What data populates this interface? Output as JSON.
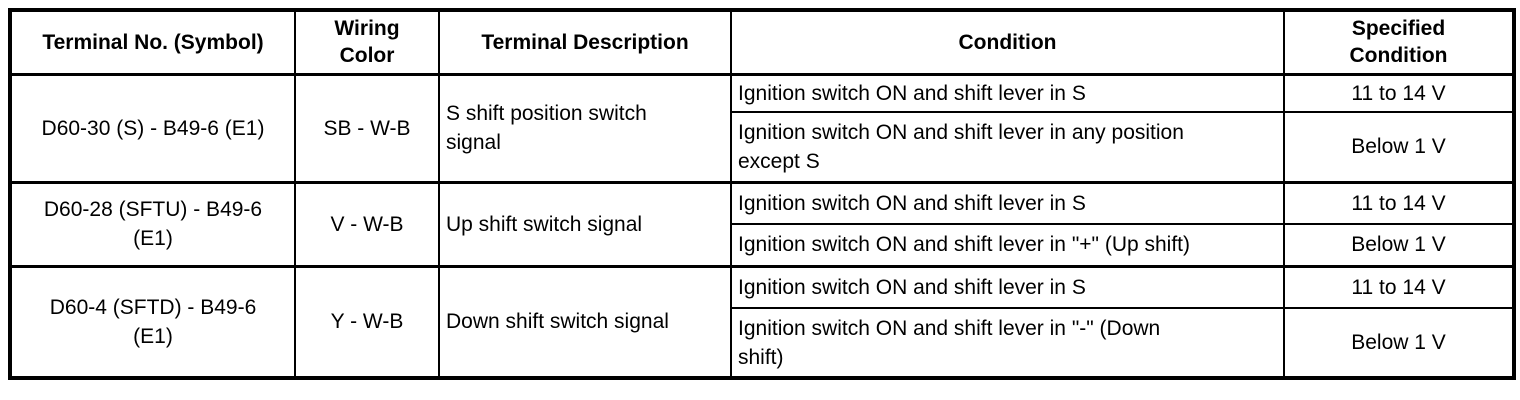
{
  "table": {
    "headers": [
      "Terminal No. (Symbol)",
      "Wiring\nColor",
      "Terminal Description",
      "Condition",
      "Specified\nCondition"
    ],
    "groups": [
      {
        "terminal": "D60-30 (S) - B49-6 (E1)",
        "wiring_color": "SB - W-B",
        "description": "S shift position switch\nsignal",
        "rows": [
          {
            "condition": "Ignition switch ON and shift lever in S",
            "specified_condition": "11 to 14 V"
          },
          {
            "condition": "Ignition switch ON and shift lever in any position\nexcept S",
            "specified_condition": "Below 1 V"
          }
        ]
      },
      {
        "terminal": "D60-28 (SFTU) - B49-6\n(E1)",
        "wiring_color": "V - W-B",
        "description": "Up shift switch signal",
        "rows": [
          {
            "condition": "Ignition switch ON and shift lever in S",
            "specified_condition": "11 to 14 V"
          },
          {
            "condition": "Ignition switch ON and shift lever in \"+\" (Up shift)",
            "specified_condition": "Below 1 V"
          }
        ]
      },
      {
        "terminal": "D60-4 (SFTD) - B49-6\n(E1)",
        "wiring_color": "Y - W-B",
        "description": "Down shift switch signal",
        "rows": [
          {
            "condition": "Ignition switch ON and shift lever in S",
            "specified_condition": "11 to 14 V"
          },
          {
            "condition": "Ignition switch ON and shift lever in \"-\" (Down\nshift)",
            "specified_condition": "Below 1 V"
          }
        ]
      }
    ],
    "colors": {
      "border": "#000000",
      "text": "#000000",
      "background": "#ffffff"
    }
  }
}
